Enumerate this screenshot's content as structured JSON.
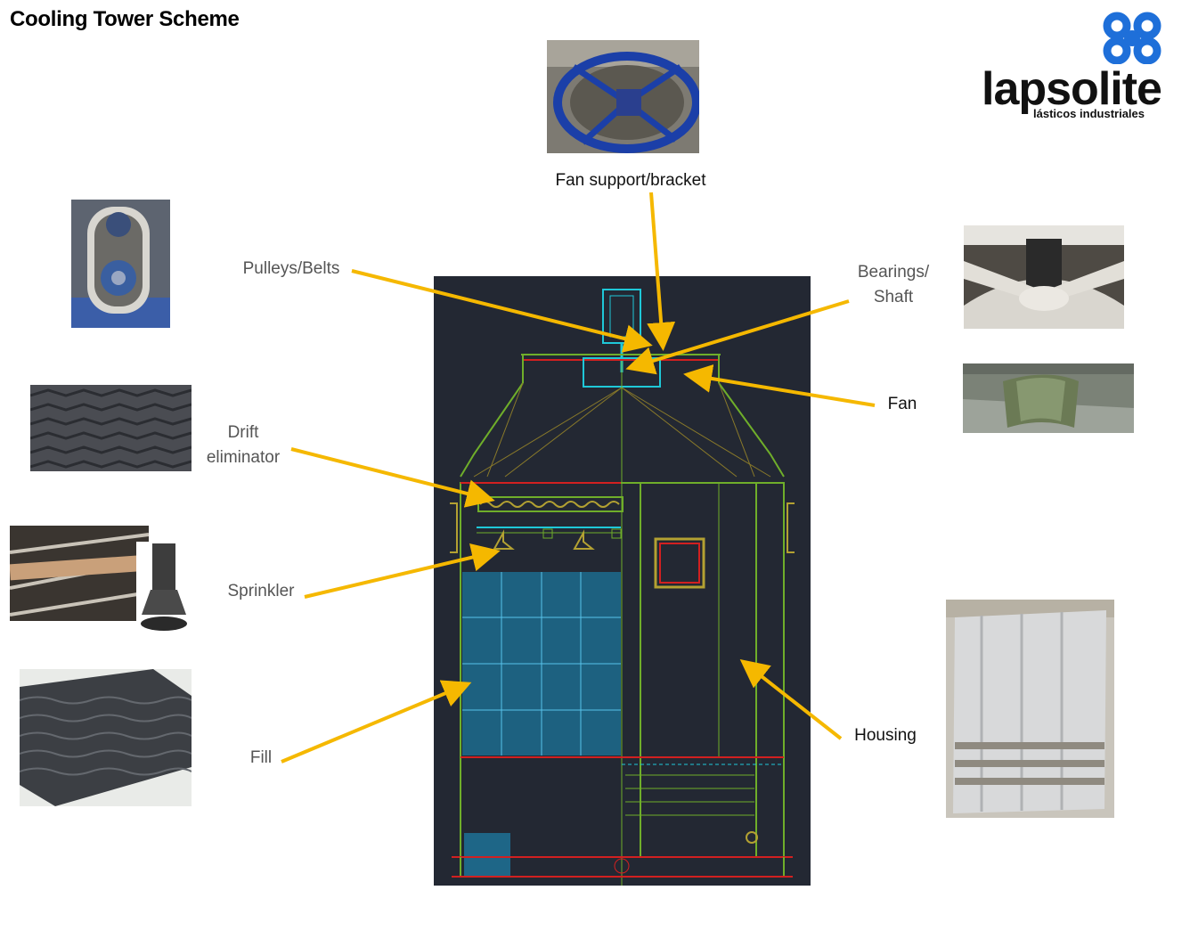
{
  "title": "Cooling Tower Scheme",
  "logo": {
    "name": "lapsolite",
    "tagline": "lásticos industriales",
    "mark_color": "#1e6fd9"
  },
  "labels": {
    "fan_support": "Fan support/bracket",
    "pulleys": "Pulleys/Belts",
    "bearings_line1": "Bearings/",
    "bearings_line2": "Shaft",
    "fan": "Fan",
    "drift_line1": "Drift",
    "drift_line2": "eliminator",
    "sprinkler": "Sprinkler",
    "fill": "Fill",
    "housing": "Housing"
  },
  "colors": {
    "arrow": "#f5b800",
    "drawing_bg": "#232833",
    "drawing_green": "#6fae2a",
    "drawing_red": "#d22020",
    "drawing_cyan": "#1fc8d8"
  }
}
